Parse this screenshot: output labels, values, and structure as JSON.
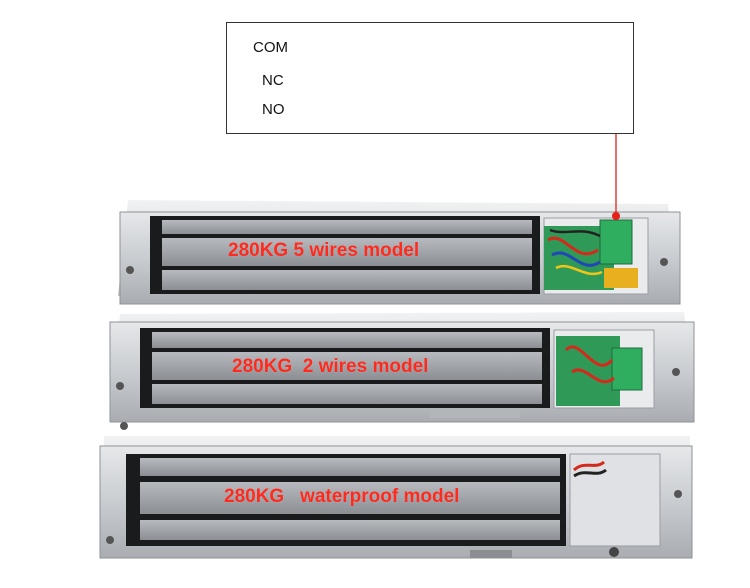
{
  "wiring": {
    "terminals": [
      {
        "label": "COM"
      },
      {
        "label": "NC"
      },
      {
        "label": "NO"
      }
    ]
  },
  "models": [
    {
      "label": "280KG 5 wires model"
    },
    {
      "label": "280KG  2 wires model"
    },
    {
      "label": "280KG   waterproof model"
    }
  ],
  "colors": {
    "accent_red": "#e8201a",
    "label_red": "#ff2a1e",
    "housing": "#cfd2d6",
    "core_dark": "#1a1b1d",
    "core_light": "#9a9da2",
    "pcb_green": "#2f9a57"
  }
}
